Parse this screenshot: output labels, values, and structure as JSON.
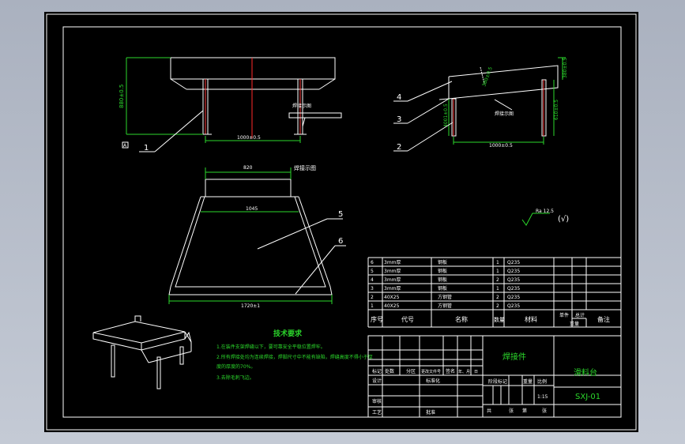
{
  "title_block": {
    "drawing_name": "焊接件",
    "part_name": "滑料台",
    "drawing_no": "SXJ-01",
    "scale": "1:15",
    "headers": {
      "seq": "序号",
      "code": "代号",
      "name": "名称",
      "qty": "数量",
      "material": "材料",
      "unit": "单件",
      "total": "总计",
      "weight": "重量",
      "remark": "备注"
    },
    "labels": {
      "mark": "标记",
      "count": "处数",
      "zone": "分区",
      "change_doc": "更改文件号",
      "sign": "签名",
      "date": "年、月、日",
      "design": "设计",
      "standardize": "标准化",
      "stage_mark": "阶段标记",
      "weight2": "重量",
      "scale_lbl": "比例",
      "review": "审核",
      "process": "工艺",
      "approve": "批准",
      "sheet_total": "共",
      "sheet_unit": "张",
      "sheet_no": "第",
      "sheet_unit2": "张"
    }
  },
  "bom": [
    {
      "seq": "6",
      "code": "3mm厚",
      "name": "钢板",
      "qty": "1",
      "material": "Q235"
    },
    {
      "seq": "5",
      "code": "3mm厚",
      "name": "钢板",
      "qty": "1",
      "material": "Q235"
    },
    {
      "seq": "4",
      "code": "3mm厚",
      "name": "钢板",
      "qty": "2",
      "material": "Q235"
    },
    {
      "seq": "3",
      "code": "3mm厚",
      "name": "钢板",
      "qty": "1",
      "material": "Q235"
    },
    {
      "seq": "2",
      "code": "40X25",
      "name": "方钢管",
      "qty": "2",
      "material": "Q235"
    },
    {
      "seq": "1",
      "code": "40X25",
      "name": "方钢管",
      "qty": "2",
      "material": "Q235"
    }
  ],
  "tech": {
    "title": "技术要求",
    "items": [
      "1.在装件支架焊缝以下，要可靠安全平稳位置焊牢。",
      "2.所有焊接处均为连续焊接，焊脚尺寸中不能有缺陷，焊缝高度不得小于厚",
      "   度的厚度的70%。",
      "3.去除毛刺飞边。"
    ]
  },
  "dims": {
    "front_width": "1000±0.5",
    "front_height": "880±0.5",
    "side_width": "1000±0.5",
    "side_h1": "380±0.5",
    "side_h2": "610±0.5",
    "side_h3": "4001±0.5",
    "top_w1": "820",
    "top_w2": "1045",
    "top_w3": "1720±1"
  },
  "callouts": [
    "1",
    "2",
    "3",
    "4",
    "5",
    "6"
  ],
  "weld_note": "焊接示图",
  "roughness": "Ra 12.5",
  "roughness_paren": "(√)",
  "datum": "A"
}
